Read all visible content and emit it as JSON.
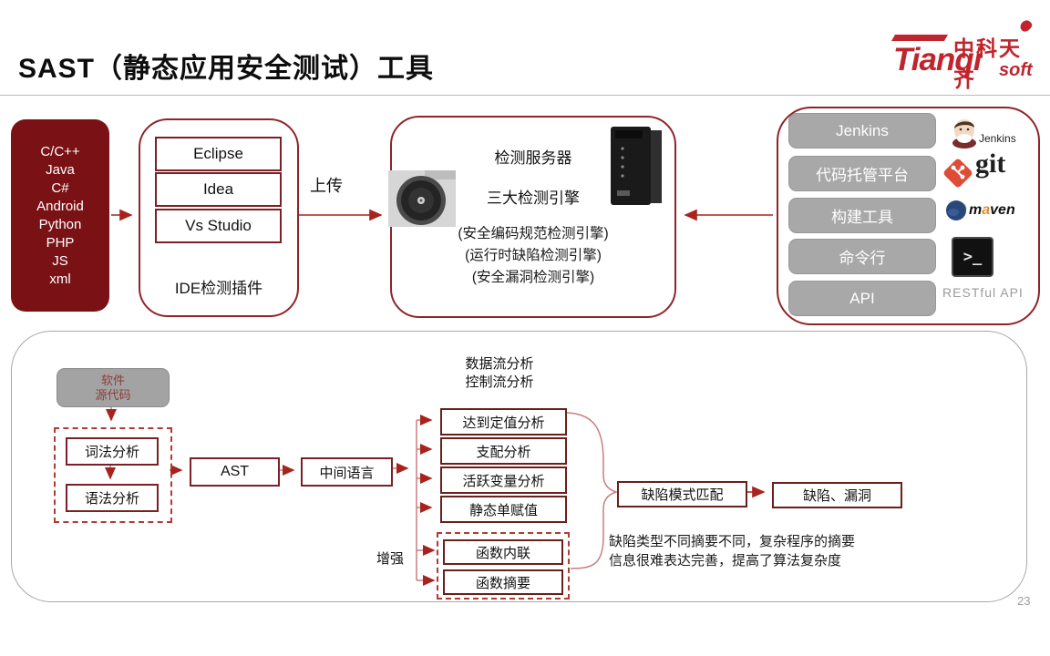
{
  "slide": {
    "title": "SAST（静态应用安全测试）工具",
    "page_number": "23"
  },
  "logo": {
    "cn_name": "中科天齐",
    "brand": "Tianqi",
    "brand_suffix": "soft"
  },
  "pipeline": {
    "languages": [
      "C/C++",
      "Java",
      "C#",
      "Android",
      "Python",
      "PHP",
      "JS",
      "xml"
    ],
    "ide": {
      "tools": [
        "Eclipse",
        "Idea",
        "Vs Studio"
      ],
      "caption": "IDE检测插件"
    },
    "upload_label": "上传",
    "server": {
      "title": "检测服务器",
      "subtitle": "三大检测引擎",
      "engines": [
        "(安全编码规范检测引擎)",
        "(运行时缺陷检测引擎)",
        "(安全漏洞检测引擎)"
      ]
    }
  },
  "integrations": {
    "nodes": [
      "Jenkins",
      "代码托管平台",
      "构建工具",
      "命令行",
      "API"
    ],
    "jenkins_label": "Jenkins",
    "git_label": "git",
    "maven_parts": [
      "m",
      "a",
      "ven"
    ],
    "terminal_glyph": ">_",
    "restful_label": "RESTful API"
  },
  "analysis": {
    "source_lines": [
      "软件",
      "源代码"
    ],
    "lexical": "词法分析",
    "syntax": "语法分析",
    "ast": "AST",
    "ir": "中间语言",
    "flow_header_lines": [
      "数据流分析",
      "控制流分析"
    ],
    "analyses": [
      "达到定值分析",
      "支配分析",
      "活跃变量分析",
      "静态单赋值"
    ],
    "enhance_label": "增强",
    "enhanced": [
      "函数内联",
      "函数摘要"
    ],
    "pattern_match": "缺陷模式匹配",
    "result": "缺陷、漏洞",
    "note_lines": [
      "缺陷类型不同摘要不同，复杂程序的摘要",
      "信息很难表达完善，提高了算法复杂度"
    ]
  },
  "colors": {
    "brand_red": "#c0242c",
    "dark_red_fill": "#7a1215",
    "border_red": "#7b2026",
    "gray_node": "#a8a8a8",
    "line_pink": "#c97e7e",
    "arrow_red": "#a8231d"
  }
}
